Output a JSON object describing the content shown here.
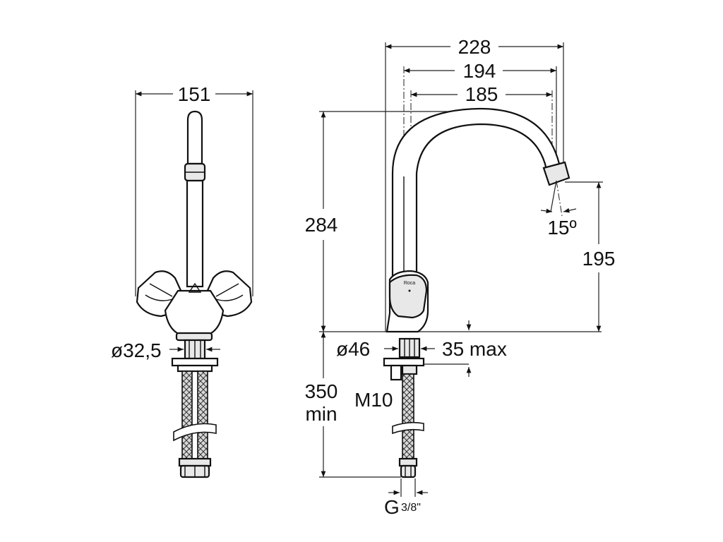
{
  "front_view": {
    "width_label": "151",
    "connector_diameter_label": "ø32,5"
  },
  "side_view": {
    "overall_depth_label": "228",
    "spout_reach_label": "194",
    "spout_projection_label": "185",
    "height_label": "284",
    "spout_height_label": "195",
    "spray_angle_label": "15º",
    "base_diameter_label": "ø46",
    "deck_thickness_label": "35 max",
    "thread_label": "M10",
    "hose_length_label_line1": "350",
    "hose_length_label_line2": "min",
    "hose_connection_main": "G",
    "hose_connection_fraction": "3/8\""
  },
  "brand_mark": "Roca"
}
